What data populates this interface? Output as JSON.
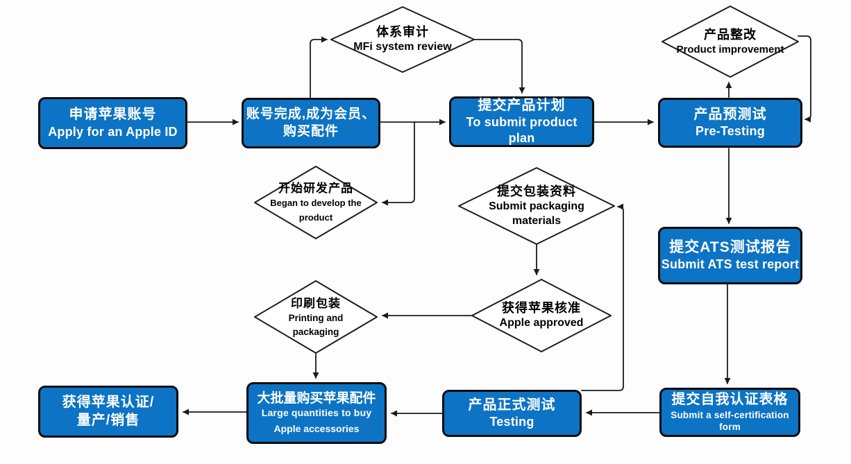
{
  "title": "Apple MFi certification process flowchart",
  "colors": {
    "node_fill": "#0d73c4",
    "node_border": "#0c0c0c",
    "diamond_fill": "#ffffff",
    "line": "#1a1a1a"
  },
  "nodes": {
    "apply_id": {
      "zh": "申请苹果账号",
      "en": "Apply for an Apple ID"
    },
    "account_member": {
      "zh": "账号完成,成为会员、",
      "zh2": "购买配件"
    },
    "mfi_review": {
      "zh": "体系审计",
      "en": "MFi system review"
    },
    "submit_plan": {
      "zh": "提交产品计划",
      "en": "To submit product plan"
    },
    "pre_testing": {
      "zh": "产品预测试",
      "en": "Pre-Testing"
    },
    "product_improvement": {
      "zh": "产品整改",
      "en": "Product improvement"
    },
    "develop_product": {
      "zh": "开始研发产品",
      "en": "Began to develop the",
      "en2": "product"
    },
    "submit_packaging": {
      "zh": "提交包装资料",
      "en": "Submit packaging",
      "en2": "materials"
    },
    "ats_report": {
      "zh": "提交ATS测试报告",
      "en": "Submit ATS test report"
    },
    "apple_approved": {
      "zh": "获得苹果核准",
      "en": "Apple approved"
    },
    "printing": {
      "zh": "印刷包装",
      "en": "Printing and",
      "en2": "packaging"
    },
    "self_cert": {
      "zh": "提交自我认证表格",
      "en": "Submit a self-certification form"
    },
    "testing": {
      "zh": "产品正式测试",
      "en": "Testing"
    },
    "large_quantities": {
      "zh": "大批量购买苹果配件",
      "en": "Large quantities to buy",
      "en2": "Apple accessories"
    },
    "certification": {
      "zh": "获得苹果认证/",
      "zh2": "量产/销售"
    }
  }
}
